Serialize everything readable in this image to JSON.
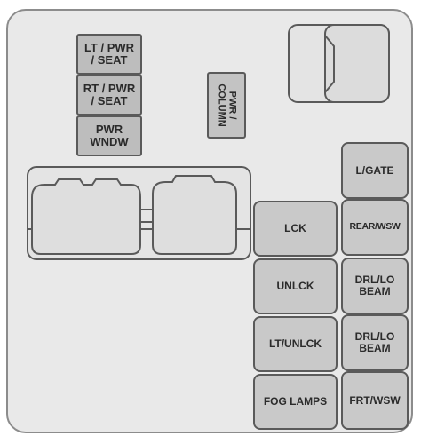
{
  "fuses": {
    "lt_pwr_seat": "LT / PWR\n/ SEAT",
    "rt_pwr_seat": "RT / PWR\n/ SEAT",
    "pwr_wndw": "PWR\nWNDW",
    "pwr_column": "PWR /\nCOLUMN",
    "l_gate": "L/GATE",
    "rear_wsw": "REAR/WSW",
    "lck": "LCK",
    "drl_lo_beam_1": "DRL/LO\nBEAM",
    "unlck": "UNLCK",
    "drl_lo_beam_2": "DRL/LO\nBEAM",
    "lt_unlck": "LT/UNLCK",
    "fog_lamps": "FOG LAMPS",
    "frt_wsw": "FRT/WSW"
  }
}
